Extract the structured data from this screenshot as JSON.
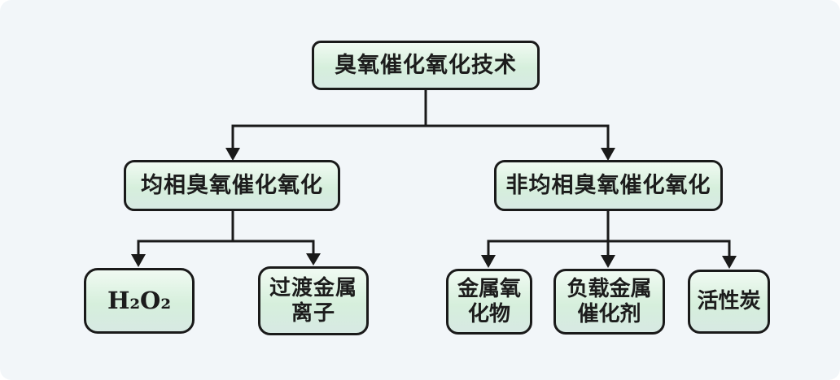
{
  "diagram": {
    "type": "flowchart",
    "nodes": {
      "root": {
        "label": "臭氧催化氧化技术",
        "level": 0
      },
      "homogeneous": {
        "label": "均相臭氧催化氧化",
        "level": 1
      },
      "heterogeneous": {
        "label": "非均相臭氧催化氧化",
        "level": 1
      },
      "h2o2": {
        "label": "H₂O₂",
        "level": 2
      },
      "transition_metal_ions": {
        "label": "过渡金属离子",
        "level": 2
      },
      "metal_oxides": {
        "label": "金属氧化物",
        "level": 2
      },
      "supported_metal_catalysts": {
        "label": "负载金属催化剂",
        "level": 2
      },
      "activated_carbon": {
        "label": "活性炭",
        "level": 2
      }
    },
    "edges": [
      {
        "from": "root",
        "to": "homogeneous"
      },
      {
        "from": "root",
        "to": "heterogeneous"
      },
      {
        "from": "homogeneous",
        "to": "h2o2"
      },
      {
        "from": "homogeneous",
        "to": "transition_metal_ions"
      },
      {
        "from": "heterogeneous",
        "to": "metal_oxides"
      },
      {
        "from": "heterogeneous",
        "to": "supported_metal_catalysts"
      },
      {
        "from": "heterogeneous",
        "to": "activated_carbon"
      }
    ],
    "colors": {
      "background": "#f2f6f9",
      "node_border": "#1a1a1a",
      "node_fill_top": "#f0faf2",
      "node_fill_mid": "#d6efdc",
      "node_fill_bottom": "#d7e9e3",
      "connector": "#1a1a1a",
      "text": "#1c1c1c"
    }
  }
}
